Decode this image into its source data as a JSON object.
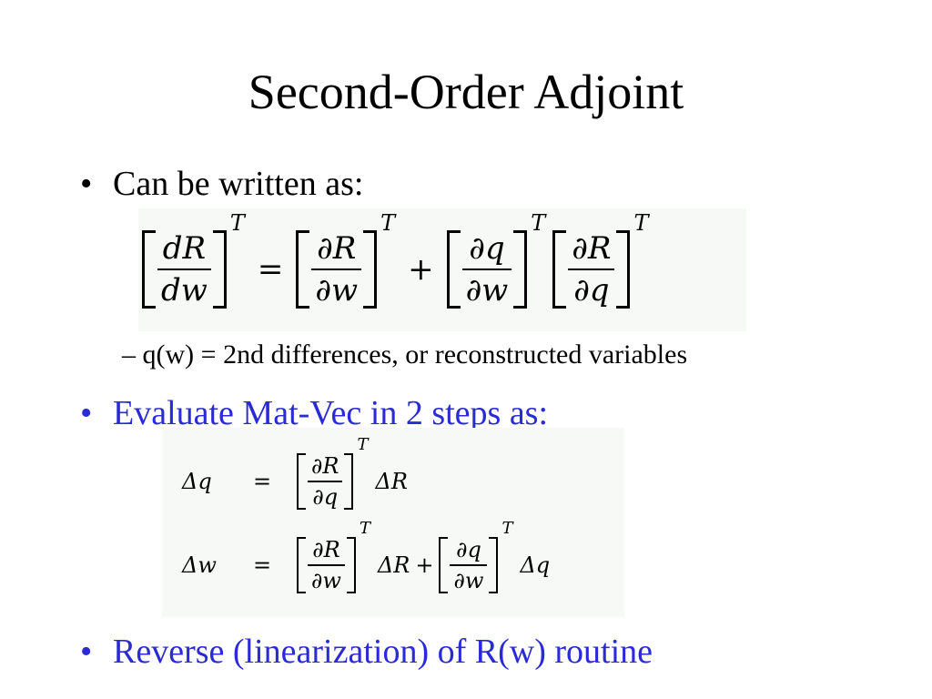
{
  "slide": {
    "title": "Second-Order Adjoint",
    "bullets": [
      {
        "marker": "•",
        "text": "Can be written as:"
      },
      {
        "marker": "–",
        "text": "q(w) = 2nd differences, or reconstructed variables"
      },
      {
        "marker": "•",
        "text": "Evaluate Mat-Vec in 2 steps as:"
      },
      {
        "marker": "•",
        "text": "Reverse (linearization) of R(w) routine"
      }
    ],
    "colors": {
      "text": "#000000",
      "accent_blue": "#2b2bd6",
      "equation_background": "#f7f9f6"
    }
  },
  "equations": {
    "eq1": {
      "lhs_num": "dR",
      "lhs_den": "dw",
      "equals": "=",
      "t1_num": "∂R",
      "t1_den": "∂w",
      "plus": "+",
      "t2_num": "∂q",
      "t2_den": "∂w",
      "t3_num": "∂R",
      "t3_den": "∂q",
      "transpose": "T"
    },
    "eq2": {
      "line1": {
        "lhs": "Δq",
        "equals": "=",
        "num": "∂R",
        "den": "∂q",
        "transpose": "T",
        "tail": "ΔR"
      },
      "line2": {
        "lhs": "Δw",
        "equals": "=",
        "a_num": "∂R",
        "a_den": "∂w",
        "transpose": "T",
        "a_tail": "ΔR",
        "plus": "+",
        "b_num": "∂q",
        "b_den": "∂w",
        "b_tail": "Δq"
      }
    }
  }
}
